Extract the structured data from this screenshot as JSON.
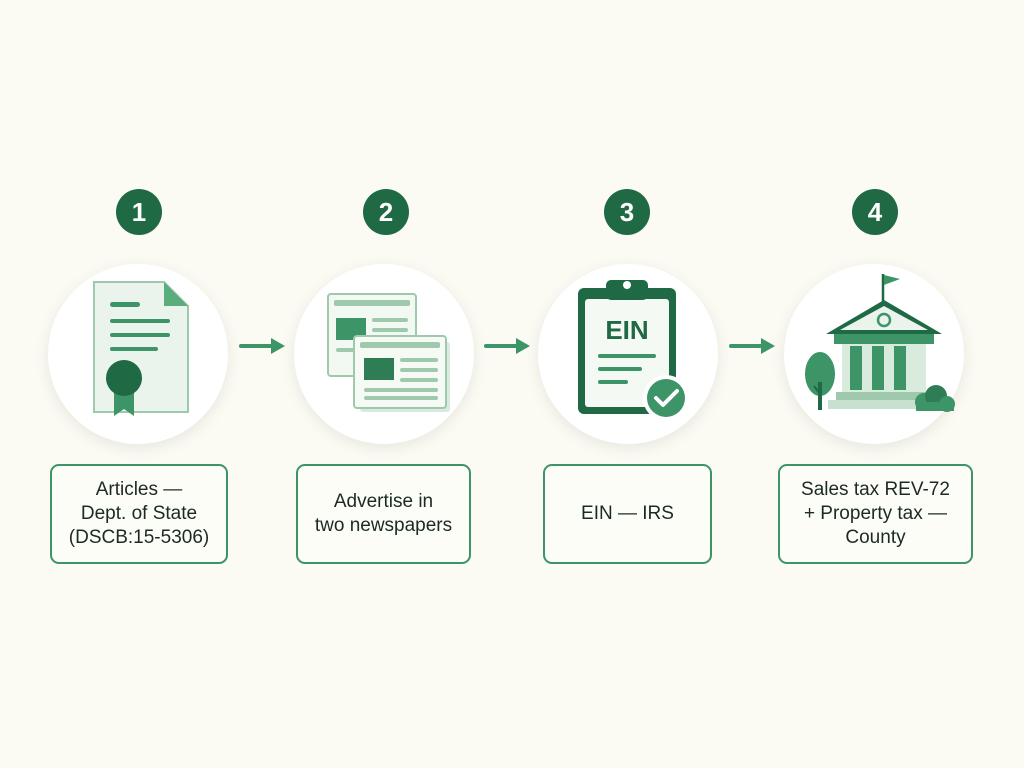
{
  "colors": {
    "background": "#fbfaf3",
    "accent_dark": "#1f6a44",
    "accent": "#3c9467",
    "accent_light": "#d9ebdd"
  },
  "steps": [
    {
      "number": "1",
      "icon": "certificate-document-icon",
      "label_lines": [
        "Articles —",
        "Dept. of State",
        "(DSCB:15-5306)"
      ]
    },
    {
      "number": "2",
      "icon": "newspapers-icon",
      "label_lines": [
        "Advertise in",
        "two newspapers"
      ]
    },
    {
      "number": "3",
      "icon": "clipboard-check-icon",
      "icon_text": "EIN",
      "label_lines": [
        "EIN — IRS"
      ]
    },
    {
      "number": "4",
      "icon": "government-building-icon",
      "label_lines": [
        "Sales tax REV-72",
        "+ Property tax —",
        "County"
      ]
    }
  ]
}
